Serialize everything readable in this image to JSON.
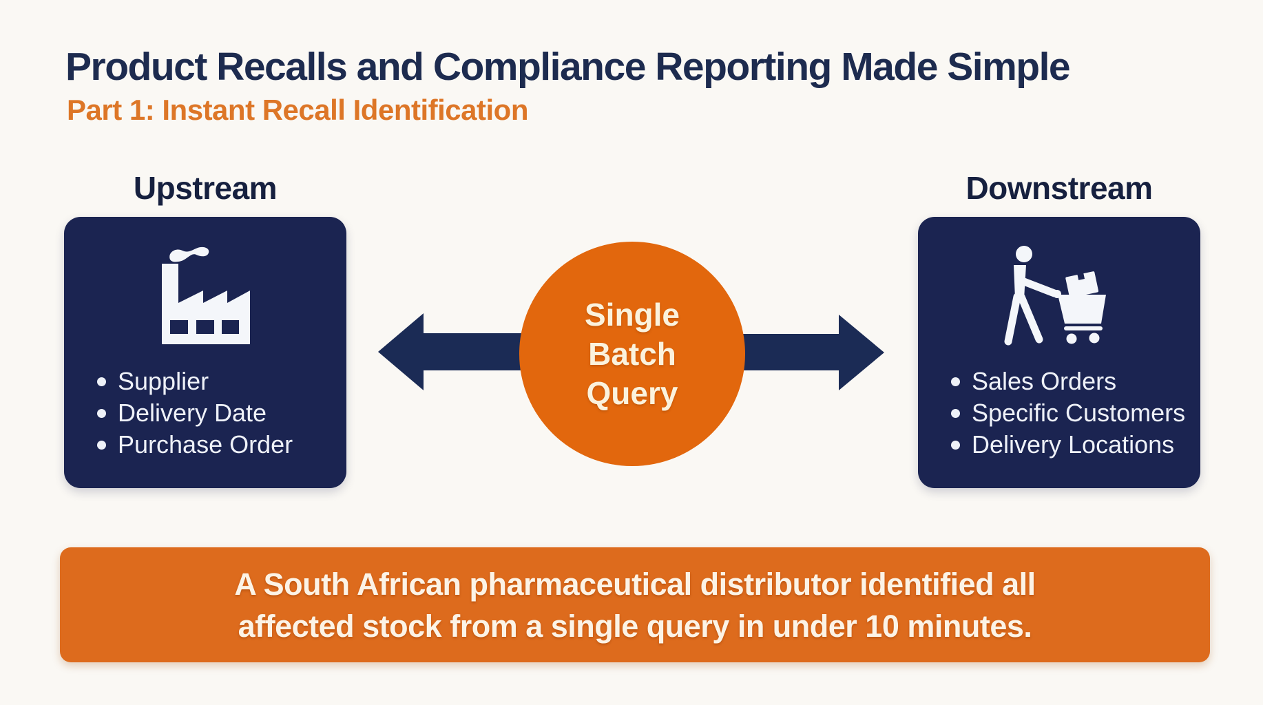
{
  "header": {
    "title": "Product Recalls and Compliance Reporting Made Simple",
    "subtitle": "Part 1: Instant Recall Identification"
  },
  "upstream": {
    "heading": "Upstream",
    "icon": "factory-icon",
    "bullets": [
      "Supplier",
      "Delivery Date",
      "Purchase Order"
    ]
  },
  "center": {
    "label": "Single Batch Query",
    "lines": [
      "Single",
      "Batch",
      "Query"
    ]
  },
  "downstream": {
    "heading": "Downstream",
    "icon": "person-with-shopping-cart-icon",
    "bullets": [
      "Sales Orders",
      "Specific Customers",
      "Delivery Locations"
    ]
  },
  "banner": {
    "lines": [
      "A South African pharmaceutical distributor identified all",
      "affected stock from a single query in under 10 minutes."
    ]
  },
  "colors": {
    "background": "#faf8f4",
    "navy_text": "#1d2b4f",
    "navy_card": "#1b2451",
    "navy_arrow": "#1b2b55",
    "orange_subtitle": "#dd7627",
    "orange_circle": "#e2670d",
    "orange_banner": "#dd6b1d",
    "cream_text": "#fbf2dd",
    "card_text": "#eef1f8"
  }
}
